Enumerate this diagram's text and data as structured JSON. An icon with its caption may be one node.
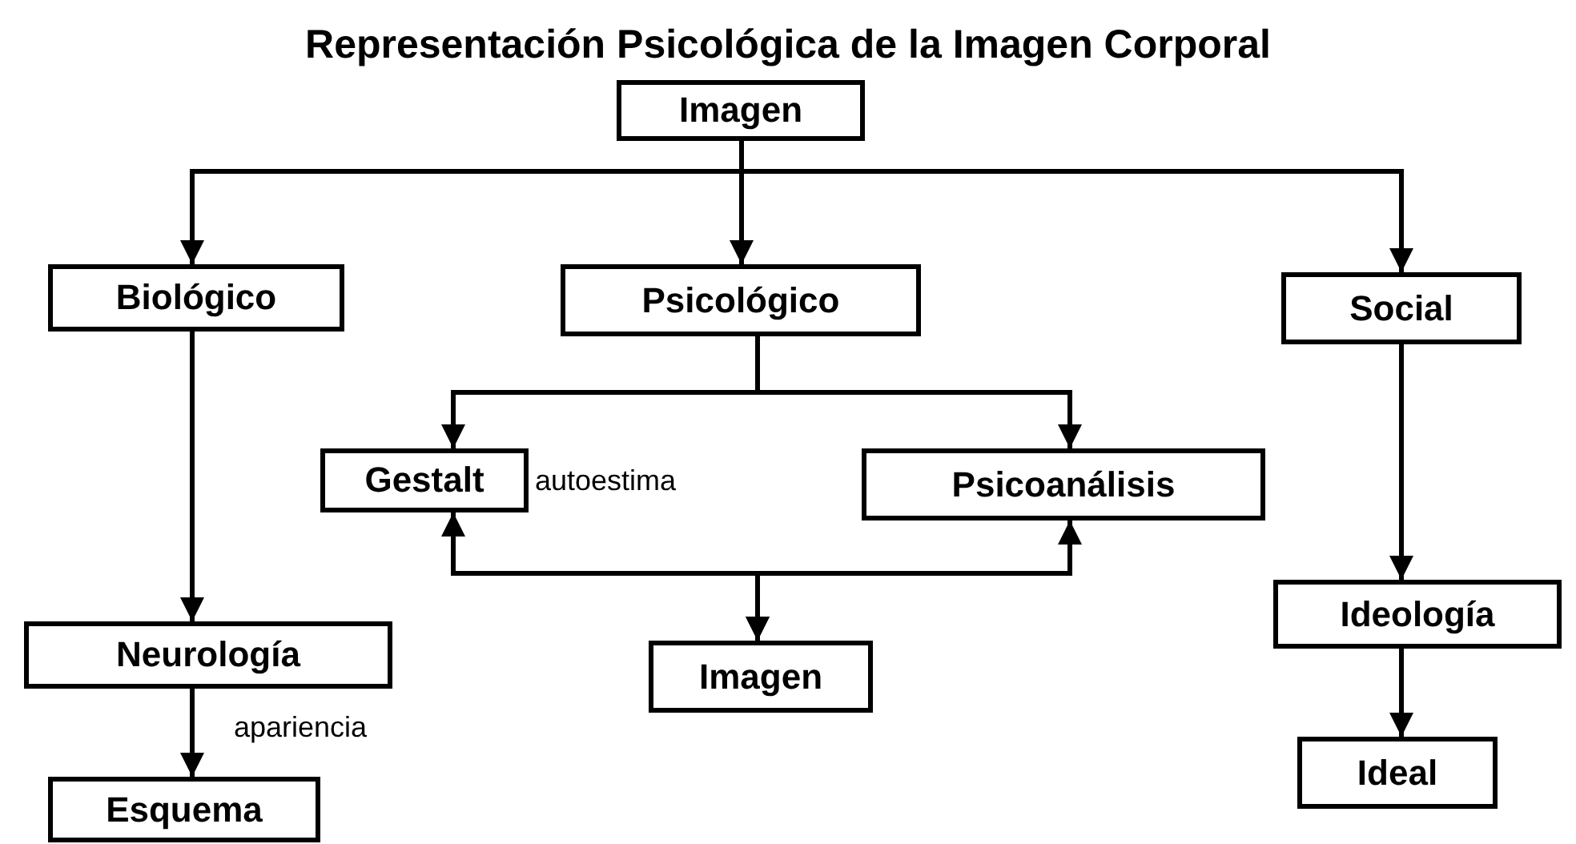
{
  "diagram": {
    "title": "Representación Psicológica de la Imagen Corporal",
    "nodes": [
      {
        "text": [
          "Imagen"
        ]
      },
      {
        "text": [
          "Biológico"
        ]
      },
      {
        "text": [
          "Psicológico"
        ]
      },
      {
        "text": [
          "Social"
        ]
      },
      {
        "text": [
          "Gestalt"
        ]
      },
      {
        "text": [
          "Psicoanálisis"
        ]
      },
      {
        "text": [
          "Neurología"
        ]
      },
      {
        "text": [
          "Imagen"
        ]
      },
      {
        "text": [
          "Ideología"
        ]
      },
      {
        "text": [
          "Esquema"
        ]
      },
      {
        "text": [
          "Ideal"
        ]
      }
    ],
    "edges": [
      {
        "from": 0,
        "to": 1,
        "arrow": "to"
      },
      {
        "from": 0,
        "to": 2,
        "arrow": "to"
      },
      {
        "from": 0,
        "to": 3,
        "arrow": "to"
      },
      {
        "from": 2,
        "to": 4,
        "arrow": "to"
      },
      {
        "from": 2,
        "to": 5,
        "arrow": "to"
      },
      {
        "from": 4,
        "to": 7,
        "arrow": "both"
      },
      {
        "from": 5,
        "to": 7,
        "arrow": "both"
      },
      {
        "from": 1,
        "to": 6,
        "arrow": "to"
      },
      {
        "from": 6,
        "to": 9,
        "label": "apariencia",
        "arrow": "to"
      },
      {
        "from": 3,
        "to": 8,
        "arrow": "to"
      },
      {
        "from": 8,
        "to": 10,
        "arrow": "to"
      }
    ],
    "labels": [
      "autoestima"
    ]
  }
}
